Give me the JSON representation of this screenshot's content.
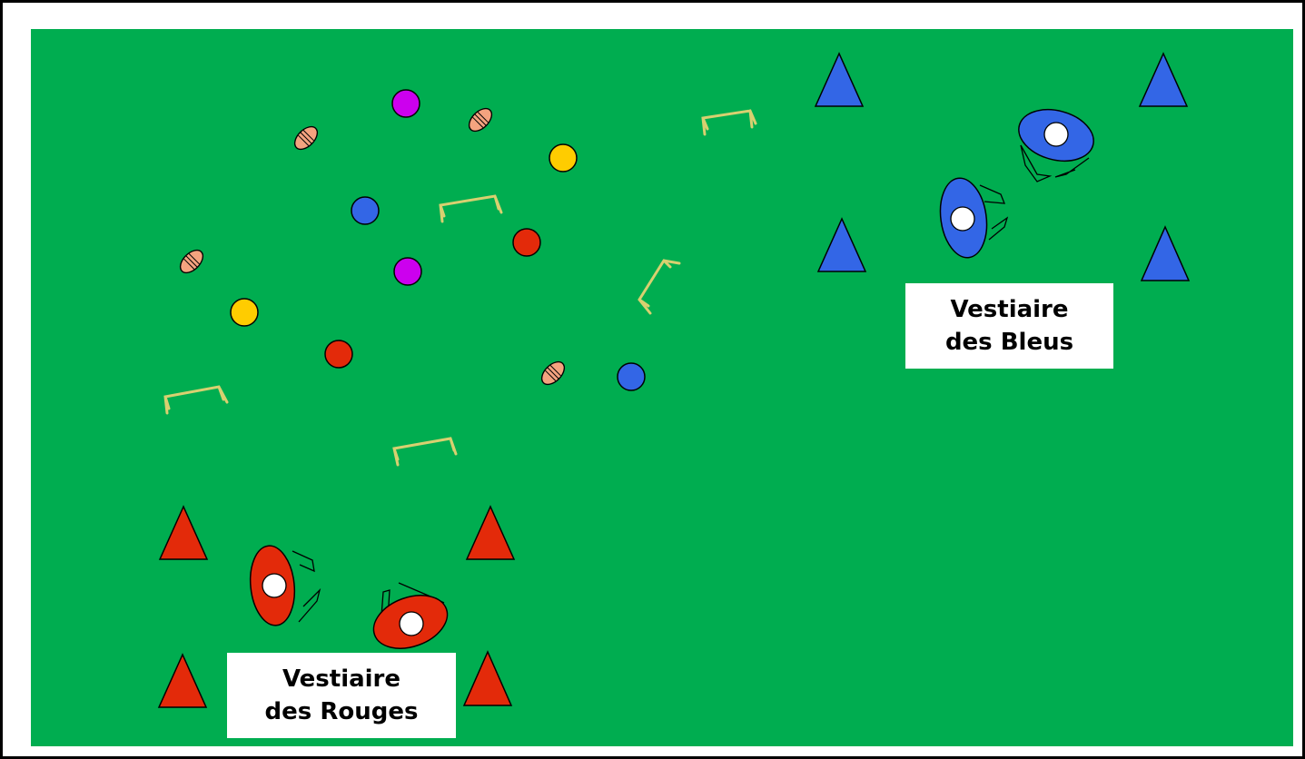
{
  "colors": {
    "field": "#00ad50",
    "blue": "#3366e6",
    "red": "#e32a0a",
    "purple": "#cc00ee",
    "yellow": "#ffcc00",
    "ball_orange": "#f4a37f",
    "hurdle": "#d8d070"
  },
  "labels": {
    "blue_line1": "Vestiaire",
    "blue_line2": "des Bleus",
    "red_line1": "Vestiaire",
    "red_line2": "des Rouges"
  },
  "icons": {
    "cone": "triangle-cone-icon",
    "tackle_bag": "tackle-bag-icon",
    "disc": "marker-disc-icon",
    "rugby_ball": "rugby-ball-icon",
    "hurdle": "mini-hurdle-icon"
  }
}
